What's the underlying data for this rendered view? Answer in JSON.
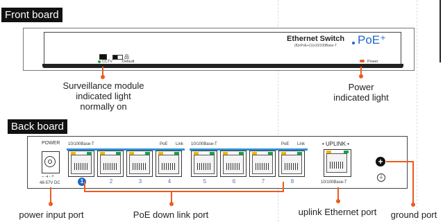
{
  "front_label": "Front board",
  "back_label": "Back board",
  "front_panel": {
    "brand_main": "Ethernet Switch",
    "brand_suffix": "PoE⁺",
    "brand_sub": "(8)xPoE+(1)x10/100Base-T",
    "cctv": "CCTV",
    "default": "Default",
    "power": "Power"
  },
  "callouts": {
    "surveillance_line1": "Surveillance module",
    "surveillance_line2": "indicated light",
    "surveillance_line3": "normally on",
    "power_line1": "Power",
    "power_line2": "indicated light",
    "power_input": "power input port",
    "poe_down": "PoE down link port",
    "uplink": "uplink Ethernet port",
    "ground": "ground port"
  },
  "back_panel": {
    "power_label": "POWER",
    "voltage": "48-57V DC",
    "group_base": "10/100Base-T",
    "poe": "PoE",
    "link": "Link",
    "uplink_label": "• UPLINK •",
    "uplink_base": "10/100Base-T",
    "port_numbers": [
      "1",
      "2",
      "3",
      "4",
      "5",
      "6",
      "7",
      "8"
    ]
  },
  "colors": {
    "accent_orange": "#ee5a1d",
    "port_blue": "#1f66c6",
    "led_yellow": "#f0b400",
    "led_green": "#15a34a"
  }
}
